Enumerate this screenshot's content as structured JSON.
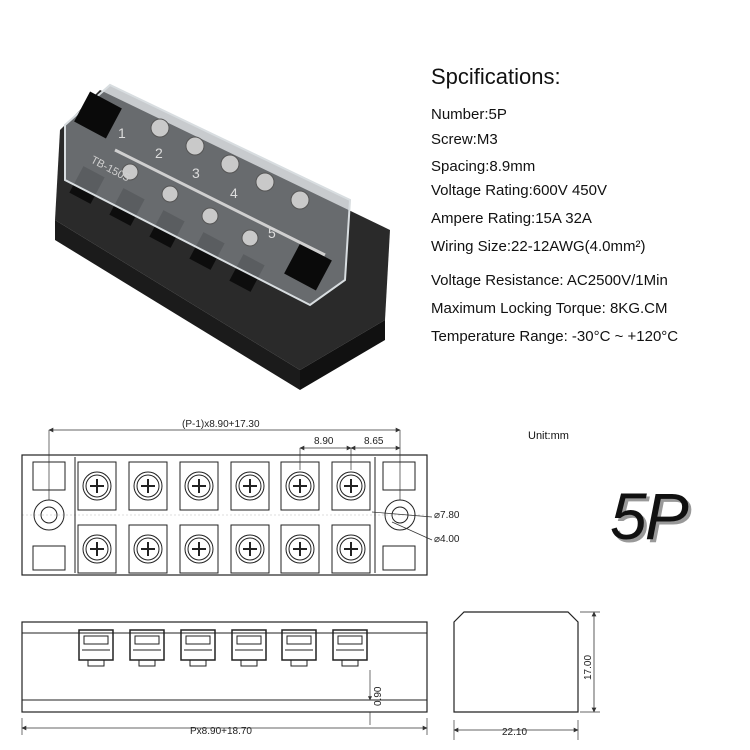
{
  "specs": {
    "title": "Spcifications:",
    "lines": [
      "Number:5P",
      "Screw:M3",
      "Spacing:8.9mm",
      "Voltage Rating:600V    450V",
      "Ampere Rating:15A       32A",
      "Wiring Size:22-12AWG(4.0mm²)",
      "Voltage Resistance: AC2500V/1Min",
      "Maximum Locking Torque: 8KG.CM",
      "Temperature Range: -30°C ~ +120°C"
    ]
  },
  "photo": {
    "terminal_numbers": [
      "1",
      "2",
      "3",
      "4",
      "5"
    ],
    "model_marking": "TB-1505"
  },
  "drawing": {
    "unit": "Unit:mm",
    "model_label": "5P",
    "dim_total_top": "(P-1)x8.90+17.30",
    "dim_pitch": "8.90",
    "dim_edge": "8.65",
    "dim_hole_outer": "⌀7.80",
    "dim_hole_inner": "⌀4.00",
    "dim_total_bottom": "Px8.90+18.70",
    "dim_base": "0.90",
    "dim_width": "22.10",
    "dim_height": "17.00"
  }
}
